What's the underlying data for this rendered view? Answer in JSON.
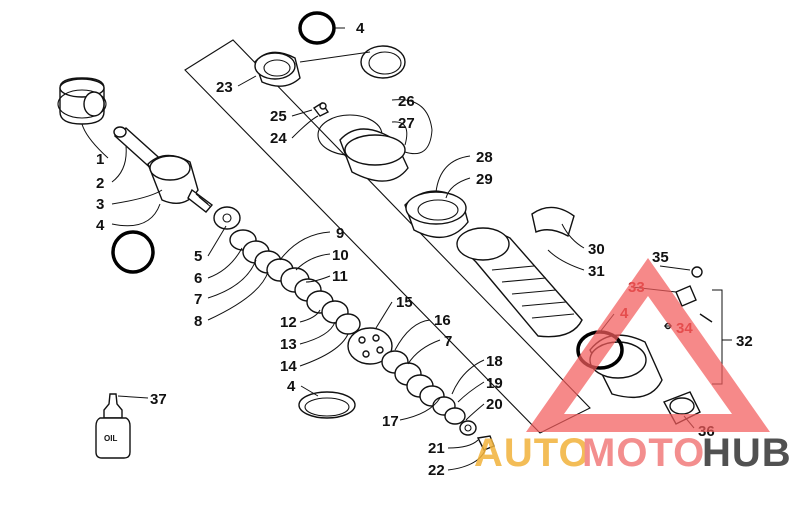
{
  "diagram": {
    "callouts": [
      "1",
      "2",
      "3",
      "4",
      "5",
      "6",
      "7",
      "8",
      "9",
      "10",
      "11",
      "12",
      "13",
      "14",
      "15",
      "16",
      "17",
      "18",
      "19",
      "20",
      "21",
      "22",
      "23",
      "24",
      "25",
      "26",
      "27",
      "28",
      "29",
      "30",
      "31",
      "32",
      "33",
      "34",
      "35",
      "36",
      "37"
    ],
    "repeat_labels": {
      "four_a": "4",
      "four_b": "4",
      "four_c": "4",
      "seven_b": "7"
    },
    "oil_label": "OIL"
  },
  "watermark": {
    "auto": "AUTO",
    "moto": "MOTO",
    "hub": "HUB",
    "colors": {
      "auto": "#f2b23a",
      "moto": "#f27b7b",
      "hub": "#333333",
      "triangle": "#f25c5c"
    }
  }
}
